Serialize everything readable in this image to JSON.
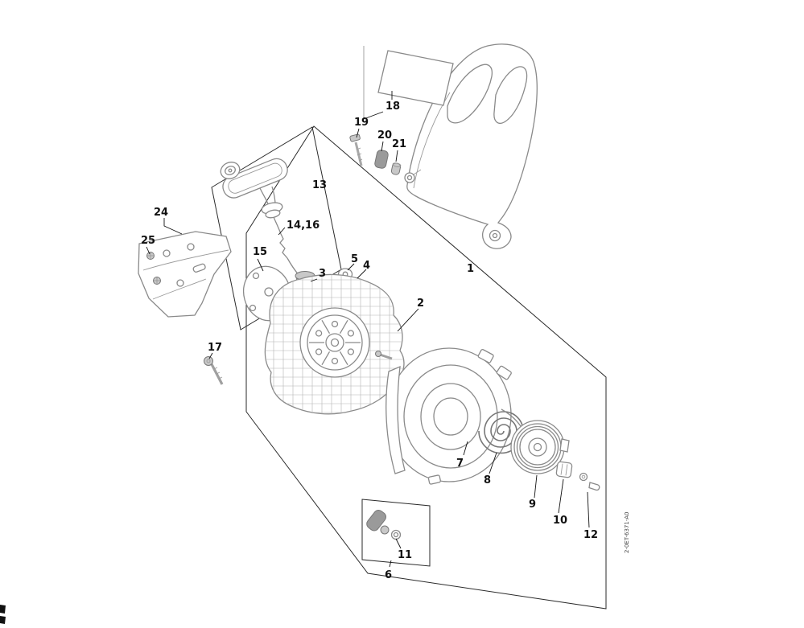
{
  "document": {
    "drawing_code": "2-0ET-6371-A0"
  },
  "labels": {
    "p1": "1",
    "p2": "2",
    "p3": "3",
    "p4": "4",
    "p5": "5",
    "p6": "6",
    "p7": "7",
    "p8": "8",
    "p9": "9",
    "p10": "10",
    "p11": "11",
    "p12": "12",
    "p13": "13",
    "p14_16": "14,16",
    "p15": "15",
    "p17": "17",
    "p18": "18",
    "p19": "19",
    "p20": "20",
    "p21": "21",
    "p24": "24",
    "p25": "25"
  }
}
